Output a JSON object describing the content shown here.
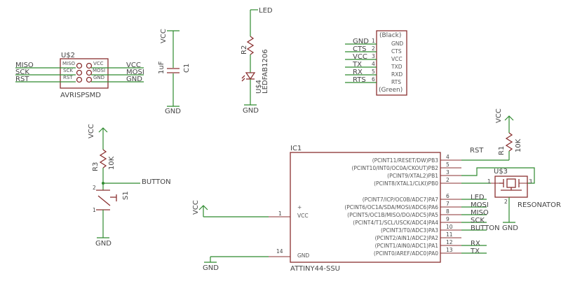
{
  "u2": {
    "name": "U$2",
    "part": "AVRISPSMD",
    "pins_left": [
      "MISO",
      "SCK",
      "RST"
    ],
    "pins_right": [
      "VCC",
      "MOSI",
      "GND"
    ],
    "nets_left": [
      "MISO",
      "SCK",
      "RST"
    ],
    "nets_right": [
      "VCC",
      "MOSI",
      "GND"
    ]
  },
  "c1": {
    "name": "C1",
    "value": "1uF",
    "top_net": "VCC",
    "bottom_net": "GND"
  },
  "led_block": {
    "top_net": "LED",
    "r_name": "R2",
    "led_name": "U$4",
    "led_part": "LEDFAB1206",
    "bottom_net": "GND"
  },
  "ftdi": {
    "top_label": "(Black)",
    "bottom_label": "(Green)",
    "pins": [
      "GND",
      "CTS",
      "VCC",
      "TXD",
      "RXD",
      "RTS"
    ],
    "pin_numbers": [
      "1",
      "2",
      "3",
      "4",
      "5",
      "6"
    ],
    "nets": [
      "GND",
      "CTS",
      "VCC",
      "TX",
      "RX",
      "RTS"
    ]
  },
  "button_block": {
    "top_net": "VCC",
    "r_name": "R3",
    "r_value": "10K",
    "net": "BUTTON",
    "switch_name": "S1",
    "pin_numbers": [
      "2",
      "1"
    ],
    "bottom_net": "GND"
  },
  "ic1": {
    "name": "IC1",
    "part": "ATTINY44-SSU",
    "left_pins": [
      {
        "num": "1",
        "label": "VCC",
        "net": "VCC"
      },
      {
        "num": "14",
        "label": "GND",
        "net": "GND"
      }
    ],
    "plus_label": "+",
    "right_pins": [
      {
        "label": "(PCINT11/RESET/DW)PB3",
        "num": "4",
        "net": "RST"
      },
      {
        "label": "(PCINT10/INT0/OC0A/CKOUT)PB2",
        "num": "5",
        "net": ""
      },
      {
        "label": "(PCINT9/XTAL2)PB1",
        "num": "3",
        "net": ""
      },
      {
        "label": "(PCINT8/XTAL1/CLKI)PB0",
        "num": "2",
        "net": ""
      },
      {
        "label": "(PCINT7/ICP/OC0B/ADC7)PA7",
        "num": "6",
        "net": "LED"
      },
      {
        "label": "(PCINT6/OC1A/SDA/MOSI/ADC6)PA6",
        "num": "7",
        "net": "MOSI"
      },
      {
        "label": "(PCINT5/OC1B/MISO/DO/ADC5)PA5",
        "num": "8",
        "net": "MISO"
      },
      {
        "label": "(PCINT4/T1/SCL/USCK/ADC4)PA4",
        "num": "9",
        "net": "SCK"
      },
      {
        "label": "(PCINT3/T0/ADC3)PA3",
        "num": "10",
        "net": "BUTTON"
      },
      {
        "label": "(PCINT2/AIN1/ADC2)PA2",
        "num": "11",
        "net": ""
      },
      {
        "label": "(PCINT1/AIN0/ADC1)PA1",
        "num": "12",
        "net": "RX"
      },
      {
        "label": "(PCINT0/AREF/ADC0)PA0",
        "num": "13",
        "net": "TX"
      }
    ]
  },
  "r1": {
    "top_net": "VCC",
    "name": "R1",
    "value": "10K"
  },
  "u3": {
    "name": "U$3",
    "part": "RESONATOR",
    "pin_numbers": [
      "1",
      "2",
      "3"
    ],
    "bottom_net": "GND"
  }
}
